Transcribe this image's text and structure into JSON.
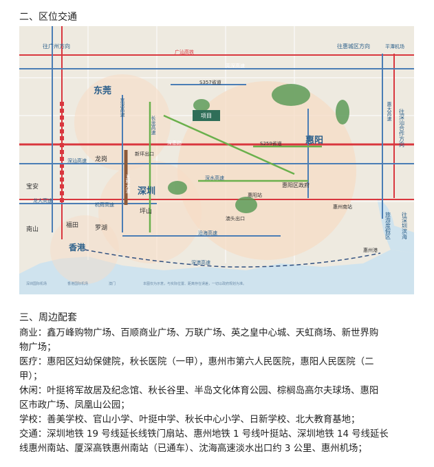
{
  "section2": {
    "title": "二、区位交通"
  },
  "map": {
    "regions": {
      "dongguan": "东莞",
      "shenzhen": "深圳",
      "huiyang": "惠阳",
      "hongkong": "香港",
      "baoan": "宝安",
      "nanshan": "南山",
      "futian": "福田",
      "luohu": "罗湖",
      "longgang": "龙岗",
      "pingshan": "坪山",
      "district_gov": "惠阳区政府"
    },
    "directions": {
      "to_guangzhou": "往广州方向",
      "to_huicheng": "往惠城区方向",
      "to_shenshan": "往深汕合作方向",
      "airport": "平潭机场",
      "resort": "旅游度假区",
      "to_shenzhen_coast": "往深圳滨海"
    },
    "roads": {
      "guanghui_rail": "广汕高铁",
      "guanshen_expy": "莞深高速",
      "huida_expy": "惠大高速",
      "shenshan_expy": "深汕高速",
      "yanba_expy": "沿海高速",
      "shenshui_expy": "深水高速",
      "s357": "S357省道",
      "s259": "S259省道",
      "changlong_expy": "长龙高速",
      "jingshen_expy": "京深高速",
      "wuhe_avenue": "五和大道",
      "shenhui_road": "深惠路",
      "longda_expy": "龙大高速",
      "jihe_expy": "机荷高速",
      "shengang_expy": "深港高速"
    },
    "stations": {
      "xinping": "新坪出口",
      "huizhou_south": "惠州南站",
      "huiyang_station": "惠阳站",
      "ao_tou": "澳头出口",
      "huizhou_port": "惠州港"
    },
    "legend_notes": [
      "深圳国际机场",
      "香港国际机场",
      "澳门"
    ],
    "project_label": "项目",
    "footer_note": "本图仅为示意，与实际位置、距离存在误差，一切以政府规划为准。"
  },
  "section3": {
    "title": "三、周边配套",
    "paragraphs": {
      "commerce": {
        "line1": "商业：鑫万峰购物广场、百顺商业广场、万联广场、英之皇中心城、天虹商场、新世界购",
        "line2": "物广场；"
      },
      "medical": {
        "line1": "医疗：惠阳区妇幼保健院，秋长医院（一甲），惠州市第六人民医院，惠阳人民医院（二",
        "line2": "甲）；"
      },
      "leisure": {
        "line1": "休闲：叶挺将军故居及纪念馆、秋长谷里、半岛文化体育公园、棕榈岛高尔夫球场、惠阳",
        "line2": "区市政广场、凤凰山公园；"
      },
      "school": {
        "line1": "学校：善美学校、官山小学、叶挺中学、秋长中心小学、日新学校、北大教育基地；"
      },
      "traffic": {
        "line1": "交通：深圳地铁 19 号线延长线铁门扇站、惠州地铁 1 号线叶挺站、深圳地铁 14 号线延长",
        "line2": "线惠州南站、厦深高铁惠州南站（已通车）、沈海高速淡水出口约 3 公里、惠州机场；"
      }
    }
  },
  "colors": {
    "red_road": "#d9363e",
    "green_road": "#6ab04c",
    "blue_road": "#4a7db5",
    "sea": "#cfe3ee",
    "land": "#eeeae0",
    "bubble": "#f6dcc6"
  }
}
